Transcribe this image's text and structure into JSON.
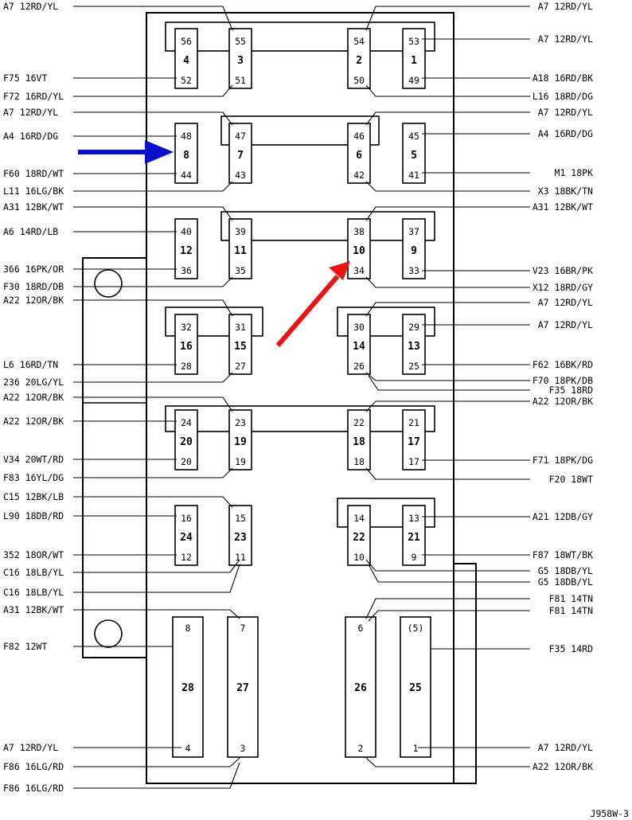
{
  "reference": "J958W-3",
  "colors": {
    "line": "#000000",
    "blue_arrow": "#0a10c8",
    "red_arrow": "#ee1111"
  },
  "fuses": [
    {
      "id": "4",
      "pins": [
        "56",
        "52"
      ]
    },
    {
      "id": "3",
      "pins": [
        "55",
        "51"
      ]
    },
    {
      "id": "2",
      "pins": [
        "54",
        "50"
      ]
    },
    {
      "id": "1",
      "pins": [
        "53",
        "49"
      ]
    },
    {
      "id": "8",
      "pins": [
        "48",
        "44"
      ]
    },
    {
      "id": "7",
      "pins": [
        "47",
        "43"
      ]
    },
    {
      "id": "6",
      "pins": [
        "46",
        "42"
      ]
    },
    {
      "id": "5",
      "pins": [
        "45",
        "41"
      ]
    },
    {
      "id": "12",
      "pins": [
        "40",
        "36"
      ]
    },
    {
      "id": "11",
      "pins": [
        "39",
        "35"
      ]
    },
    {
      "id": "10",
      "pins": [
        "38",
        "34"
      ]
    },
    {
      "id": "9",
      "pins": [
        "37",
        "33"
      ]
    },
    {
      "id": "16",
      "pins": [
        "32",
        "28"
      ]
    },
    {
      "id": "15",
      "pins": [
        "31",
        "27"
      ]
    },
    {
      "id": "14",
      "pins": [
        "30",
        "26"
      ]
    },
    {
      "id": "13",
      "pins": [
        "29",
        "25"
      ]
    },
    {
      "id": "20",
      "pins": [
        "24",
        "20"
      ]
    },
    {
      "id": "19",
      "pins": [
        "23",
        "19"
      ]
    },
    {
      "id": "18",
      "pins": [
        "22",
        "18"
      ]
    },
    {
      "id": "17",
      "pins": [
        "21",
        "17"
      ]
    },
    {
      "id": "24",
      "pins": [
        "16",
        "12"
      ]
    },
    {
      "id": "23",
      "pins": [
        "15",
        "11"
      ]
    },
    {
      "id": "22",
      "pins": [
        "14",
        "10"
      ]
    },
    {
      "id": "21",
      "pins": [
        "13",
        "9"
      ]
    },
    {
      "id": "28",
      "pins": [
        "8",
        "4"
      ]
    },
    {
      "id": "27",
      "pins": [
        "7",
        "3"
      ]
    },
    {
      "id": "26",
      "pins": [
        "6",
        "2"
      ]
    },
    {
      "id": "25",
      "pins": [
        "(5)",
        "1"
      ]
    }
  ],
  "left_labels": [
    "A7 12RD/YL",
    "F75 16VT",
    "F72 16RD/YL",
    "A7 12RD/YL",
    "A4 16RD/DG",
    "F60 18RD/WT",
    "L11 16LG/BK",
    "A31 12BK/WT",
    "A6 14RD/LB",
    "366 16PK/OR",
    "F30 18RD/DB",
    "A22 12OR/BK",
    "L6 16RD/TN",
    "236 20LG/YL",
    "A22 12OR/BK",
    "A22 12OR/BK",
    "V34 20WT/RD",
    "F83 16YL/DG",
    "C15 12BK/LB",
    "L90 18DB/RD",
    "352 18OR/WT",
    "C16 18LB/YL",
    "C16 18LB/YL",
    "A31 12BK/WT",
    "F82 12WT",
    "A7 12RD/YL",
    "F86 16LG/RD",
    "F86 16LG/RD"
  ],
  "right_labels": [
    "A7 12RD/YL",
    "A7 12RD/YL",
    "A18 16RD/BK",
    "L16 18RD/DG",
    "A7 12RD/YL",
    "A4 16RD/DG",
    "M1 18PK",
    "X3 18BK/TN",
    "A31 12BK/WT",
    "V23 16BR/PK",
    "X12 18RD/GY",
    "A7 12RD/YL",
    "A7 12RD/YL",
    "F62 16BK/RD",
    "F70 18PK/DB",
    "F35 18RD",
    "A22 12OR/BK",
    "F71 18PK/DG",
    "F20 18WT",
    "A21 12DB/GY",
    "F87 18WT/BK",
    "G5 18DB/YL",
    "G5 18DB/YL",
    "F81 14TN",
    "F81 14TN",
    "F35 14RD",
    "A7 12RD/YL",
    "A22 12OR/BK"
  ]
}
